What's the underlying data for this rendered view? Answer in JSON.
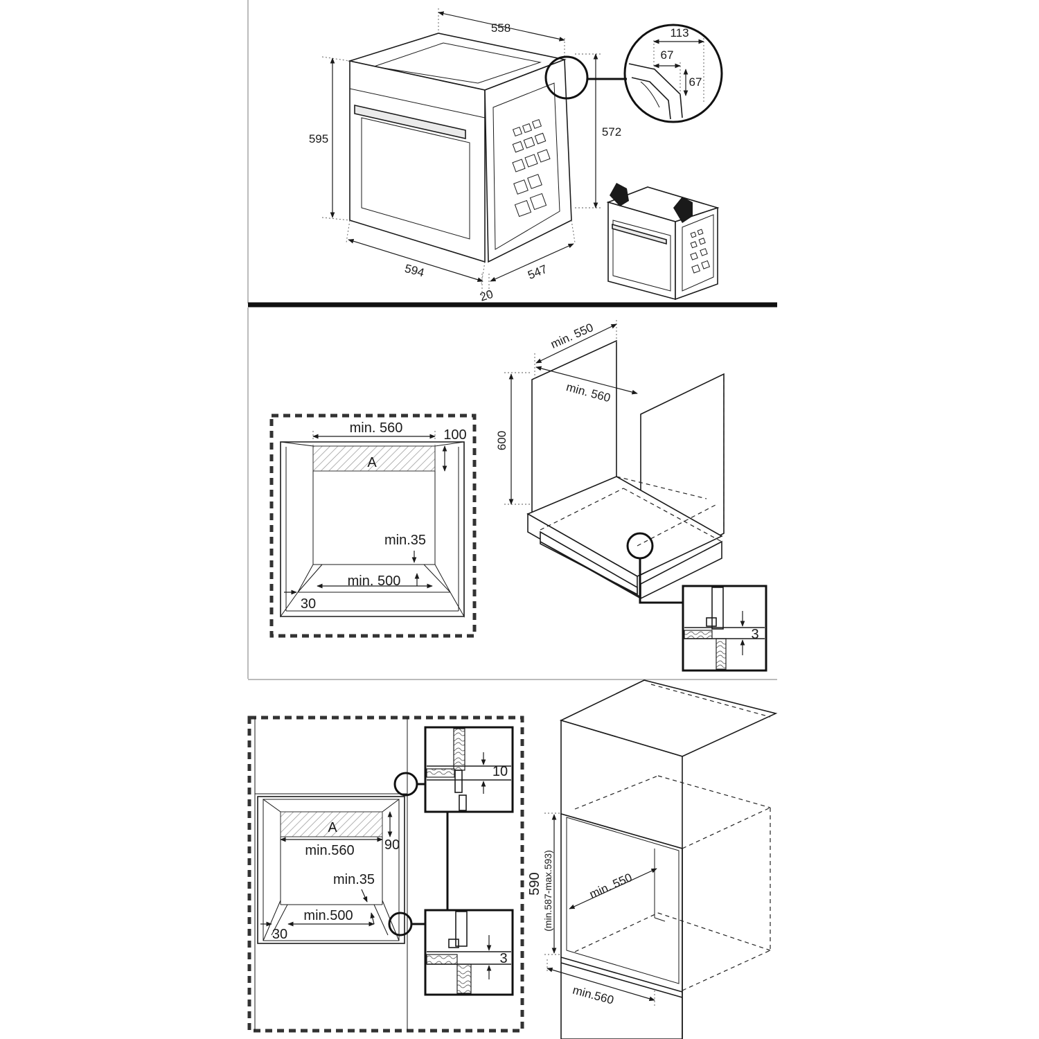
{
  "section_1_oven_dimensions": {
    "width_top": "558",
    "height_front": "595",
    "height_side": "572",
    "width_front": "594",
    "depth": "547",
    "door_offset": "20",
    "detail_total": "113",
    "detail_horizontal": "67",
    "detail_vertical": "67"
  },
  "section_2_under_counter": {
    "depth_top": "min. 550",
    "width_top": "min. 560",
    "height": "600",
    "front_width": "min. 560",
    "front_gap": "100",
    "area_label": "A",
    "floor_gap": "min.35",
    "floor_width": "min. 500",
    "side_gap": "30",
    "detail_gap": "3"
  },
  "section_3_column": {
    "area_label": "A",
    "gap_top": "90",
    "front_width": "min.560",
    "floor_gap": "min.35",
    "floor_width": "min.500",
    "side_gap": "30",
    "detail_upper_gap": "10",
    "detail_lower_gap": "3",
    "depth": "min. 550",
    "height": "590",
    "height_range": "(min.587-max.593)",
    "niche_width": "min.560"
  },
  "colors": {
    "line": "#1a1a1a",
    "background": "#ffffff",
    "hatch": "#999999"
  }
}
